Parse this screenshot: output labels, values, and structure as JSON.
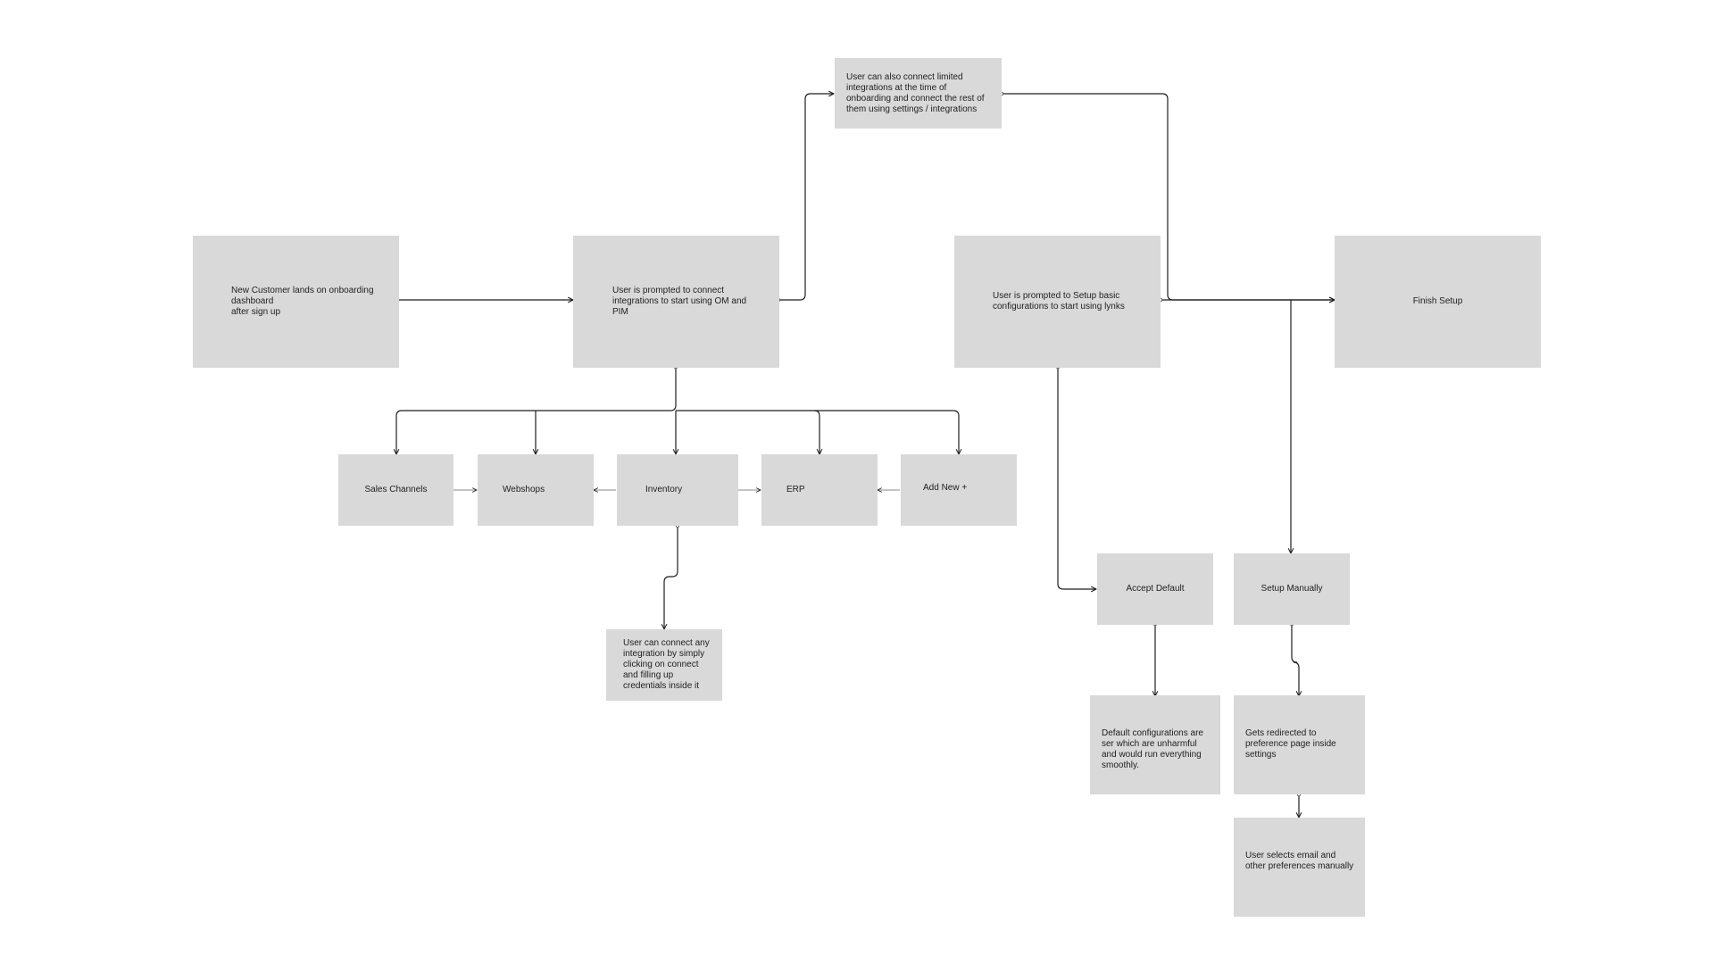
{
  "diagram": {
    "nodes": {
      "new_customer": {
        "text": "New Customer lands on onboarding\ndashboard\nafter sign up"
      },
      "prompt_integrations": {
        "text": "User is prompted to connect\nintegrations to start using OM and\nPIM"
      },
      "limited_integrations": {
        "text": "User can also connect limited\nintegrations at the time of\nonboarding and connect the rest of\nthem using settings / integrations"
      },
      "prompt_setup": {
        "text": "User is prompted to Setup basic\nconfigurations to start using lynks"
      },
      "finish_setup": {
        "text": "Finish Setup"
      },
      "sales_channels": {
        "text": "Sales Channels"
      },
      "webshops": {
        "text": "Webshops"
      },
      "inventory": {
        "text": "Inventory"
      },
      "erp": {
        "text": "ERP"
      },
      "add_new": {
        "text": "Add New +"
      },
      "connect_any": {
        "text": "User can connect any\nintegration by simply\nclicking on connect\nand filling up\ncredentials inside it"
      },
      "accept_default": {
        "text": "Accept Default"
      },
      "setup_manually": {
        "text": "Setup Manually"
      },
      "default_configs": {
        "text": "Default configurations are\nser which are unharmful\nand would run everything\nsmoothly."
      },
      "redirected": {
        "text": "Gets redirected to\npreference page inside\nsettings"
      },
      "selects_email": {
        "text": "User selects email and\nother preferences manually"
      }
    },
    "colors": {
      "node_fill": "#d9d9d9",
      "connector": "#1e1e1e",
      "text": "#1e1e1e",
      "background": "#ffffff"
    }
  }
}
